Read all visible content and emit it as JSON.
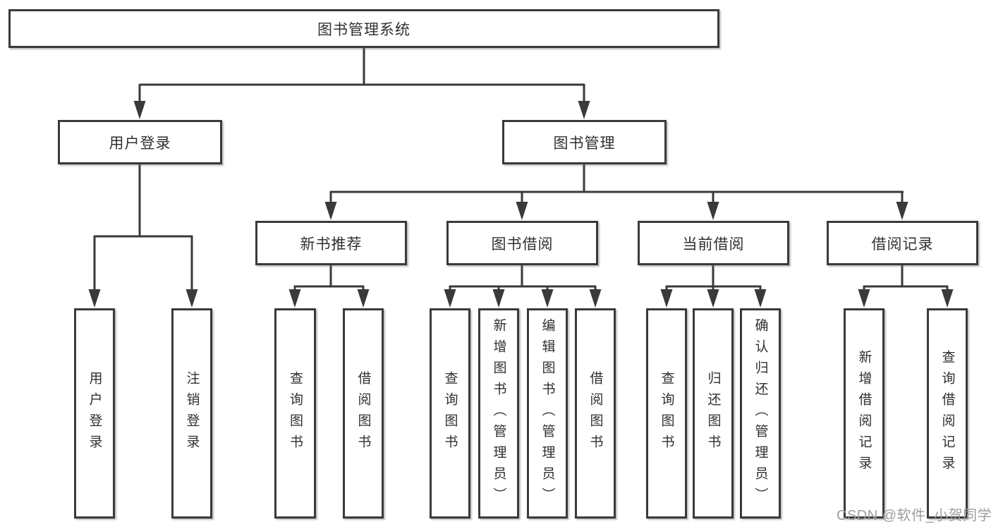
{
  "root": {
    "label": "图书管理系统"
  },
  "level2": [
    {
      "label": "用户登录"
    },
    {
      "label": "图书管理"
    }
  ],
  "level3": [
    {
      "label": "新书推荐",
      "parent": "图书管理"
    },
    {
      "label": "图书借阅",
      "parent": "图书管理"
    },
    {
      "label": "当前借阅",
      "parent": "图书管理"
    },
    {
      "label": "借阅记录",
      "parent": "图书管理"
    }
  ],
  "leaves": [
    {
      "label": "用户登录",
      "parent": "用户登录"
    },
    {
      "label": "注销登录",
      "parent": "用户登录"
    },
    {
      "label": "查询图书",
      "parent": "新书推荐"
    },
    {
      "label": "借阅图书",
      "parent": "新书推荐"
    },
    {
      "label": "查询图书",
      "parent": "图书借阅"
    },
    {
      "label": "新增图书（管理员）",
      "parent": "图书借阅"
    },
    {
      "label": "编辑图书（管理员）",
      "parent": "图书借阅"
    },
    {
      "label": "借阅图书",
      "parent": "图书借阅"
    },
    {
      "label": "查询图书",
      "parent": "当前借阅"
    },
    {
      "label": "归还图书",
      "parent": "当前借阅"
    },
    {
      "label": "确认归还（管理员）",
      "parent": "当前借阅"
    },
    {
      "label": "新增借阅记录",
      "parent": "借阅记录"
    },
    {
      "label": "查询借阅记录",
      "parent": "借阅记录"
    }
  ],
  "watermark": {
    "text": "CSDN @软件_小贺同学"
  },
  "colors": {
    "line": "#3a3a3a",
    "text": "#303030",
    "watermark": "#9e9e9e",
    "background": "#ffffff"
  }
}
